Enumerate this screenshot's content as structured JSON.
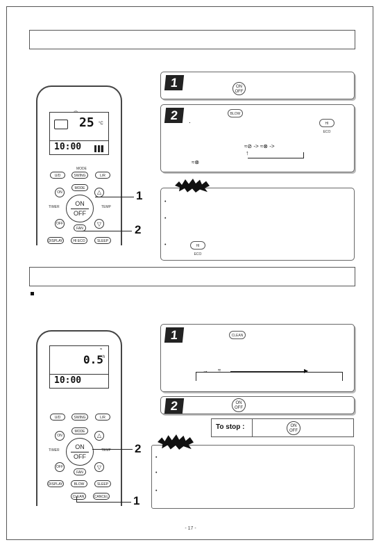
{
  "callouts": {
    "top_1": "1",
    "top_2": "2",
    "bottom_2": "2",
    "bottom_1": "1"
  },
  "steps": {
    "top_1": "1",
    "top_2": "2",
    "bottom_1": "1",
    "bottom_2": "2"
  },
  "buttons": {
    "on_off_line1": "ON",
    "on_off_line2": "OFF",
    "blow": "BLOW",
    "hi_eco": "HI ECO",
    "clean": "CLEAN"
  },
  "stop": {
    "label": "To stop :"
  },
  "remote_top": {
    "lcd_temp": "25",
    "lcd_unit": "°C",
    "lcd_time": "10:00",
    "mode_label": "MODE",
    "btn_ud": "U/D",
    "btn_swing": "SWING",
    "btn_lr": "L/R",
    "btn_mode": "MODE",
    "btn_on": "ON",
    "btn_off": "OFF",
    "timer": "TIMER",
    "temp": "TEMP",
    "big_on": "ON",
    "big_off": "OFF",
    "btn_fan": "FAN",
    "btn_display": "DISPLAY",
    "btn_hieco": "HI ECO",
    "btn_sleep": "SLEEP"
  },
  "remote_bottom": {
    "lcd_value": "0.5",
    "lcd_unit": "h",
    "lcd_time": "10:00",
    "btn_ud": "U/D",
    "btn_swing": "SWING",
    "btn_lr": "L/R",
    "btn_mode": "MODE",
    "btn_on": "ON",
    "btn_off": "OFF",
    "timer": "TIMER",
    "temp": "TEMP",
    "big_on": "ON",
    "big_off": "OFF",
    "btn_fan": "FAN",
    "btn_display": "DISPLAY",
    "btn_blow": "BLOW",
    "btn_sleep": "SLEEP",
    "btn_clean": "CLEAN",
    "btn_cancel": "CANCEL"
  },
  "page_number": "- 17 -"
}
